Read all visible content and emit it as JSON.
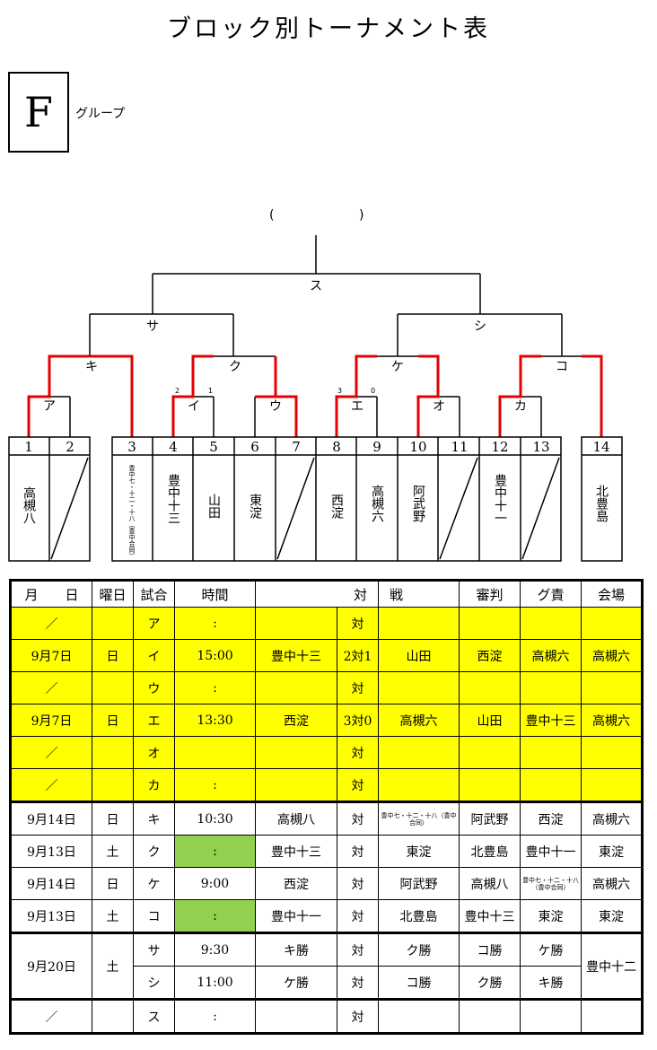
{
  "title": "ブロック別トーナメント表",
  "group": {
    "letter": "F",
    "label": "グループ"
  },
  "bracket": {
    "final_paren_left": "(",
    "final_paren_right": ")",
    "final": "ス",
    "semis": [
      "サ",
      "シ"
    ],
    "quarters": [
      "キ",
      "ク",
      "ケ",
      "コ"
    ],
    "first_round": [
      "ア",
      "イ",
      "ウ",
      "エ",
      "オ",
      "カ"
    ],
    "scores": [
      {
        "match": "イ",
        "left": "2",
        "right": "1"
      },
      {
        "match": "エ",
        "left": "3",
        "right": "0"
      }
    ],
    "slots": [
      {
        "no": "1",
        "team": "高槻八"
      },
      {
        "no": "2",
        "team": ""
      },
      {
        "no": "3",
        "team": "豊中七・十二・十八（豊中合同）"
      },
      {
        "no": "4",
        "team": "豊中十三"
      },
      {
        "no": "5",
        "team": "山田"
      },
      {
        "no": "6",
        "team": "東淀"
      },
      {
        "no": "7",
        "team": ""
      },
      {
        "no": "8",
        "team": "西淀"
      },
      {
        "no": "9",
        "team": "高槻六"
      },
      {
        "no": "10",
        "team": "阿武野"
      },
      {
        "no": "11",
        "team": ""
      },
      {
        "no": "12",
        "team": "豊中十一"
      },
      {
        "no": "13",
        "team": ""
      },
      {
        "no": "14",
        "team": "北豊島"
      }
    ]
  },
  "schedule": {
    "headers": [
      "月　　日",
      "曜日",
      "試合",
      "時間",
      "対",
      "戦",
      "審判",
      "グ責",
      "会場"
    ],
    "rows": [
      {
        "date": "／",
        "day": "",
        "match": "ア",
        "time": ":",
        "a": "",
        "vs": "対",
        "b": "",
        "ref": "",
        "duty": "",
        "venue": ""
      },
      {
        "date": "9月7日",
        "day": "日",
        "match": "イ",
        "time": "15:00",
        "a": "豊中十三",
        "vs": "2対1",
        "b": "山田",
        "ref": "西淀",
        "duty": "高槻六",
        "venue": "高槻六"
      },
      {
        "date": "／",
        "day": "",
        "match": "ウ",
        "time": ":",
        "a": "",
        "vs": "対",
        "b": "",
        "ref": "",
        "duty": "",
        "venue": ""
      },
      {
        "date": "9月7日",
        "day": "日",
        "match": "エ",
        "time": "13:30",
        "a": "西淀",
        "vs": "3対0",
        "b": "高槻六",
        "ref": "山田",
        "duty": "豊中十三",
        "venue": "高槻六"
      },
      {
        "date": "／",
        "day": "",
        "match": "オ",
        "time": "",
        "a": "",
        "vs": "対",
        "b": "",
        "ref": "",
        "duty": "",
        "venue": ""
      },
      {
        "date": "／",
        "day": "",
        "match": "カ",
        "time": ":",
        "a": "",
        "vs": "対",
        "b": "",
        "ref": "",
        "duty": "",
        "venue": ""
      },
      {
        "date": "9月14日",
        "day": "日",
        "match": "キ",
        "time": "10:30",
        "a": "高槻八",
        "vs": "対",
        "b": "豊中七・十二・十八（豊中合同）",
        "ref": "阿武野",
        "duty": "西淀",
        "venue": "高槻六"
      },
      {
        "date": "9月13日",
        "day": "土",
        "match": "ク",
        "time": ":",
        "a": "豊中十三",
        "vs": "対",
        "b": "東淀",
        "ref": "北豊島",
        "duty": "豊中十一",
        "venue": "東淀"
      },
      {
        "date": "9月14日",
        "day": "日",
        "match": "ケ",
        "time": "9:00",
        "a": "西淀",
        "vs": "対",
        "b": "阿武野",
        "ref": "高槻八",
        "duty": "豊中七・十二・十八（豊中合同）",
        "venue": "高槻六"
      },
      {
        "date": "9月13日",
        "day": "土",
        "match": "コ",
        "time": ":",
        "a": "豊中十一",
        "vs": "対",
        "b": "北豊島",
        "ref": "豊中十三",
        "duty": "東淀",
        "venue": "東淀"
      },
      {
        "date": "9月20日",
        "day": "土",
        "match": "サ",
        "time": "9:30",
        "a": "キ勝",
        "vs": "対",
        "b": "ク勝",
        "ref": "コ勝",
        "duty": "ケ勝",
        "venue": "豊中十二"
      },
      {
        "date": "",
        "day": "",
        "match": "シ",
        "time": "11:00",
        "a": "ケ勝",
        "vs": "対",
        "b": "コ勝",
        "ref": "ク勝",
        "duty": "キ勝",
        "venue": ""
      },
      {
        "date": "／",
        "day": "",
        "match": "ス",
        "time": ":",
        "a": "",
        "vs": "対",
        "b": "",
        "ref": "",
        "duty": "",
        "venue": ""
      }
    ]
  },
  "colors": {
    "highlight": "#ffff00",
    "time_tbd": "#92d050",
    "winner_line": "#e60000"
  }
}
